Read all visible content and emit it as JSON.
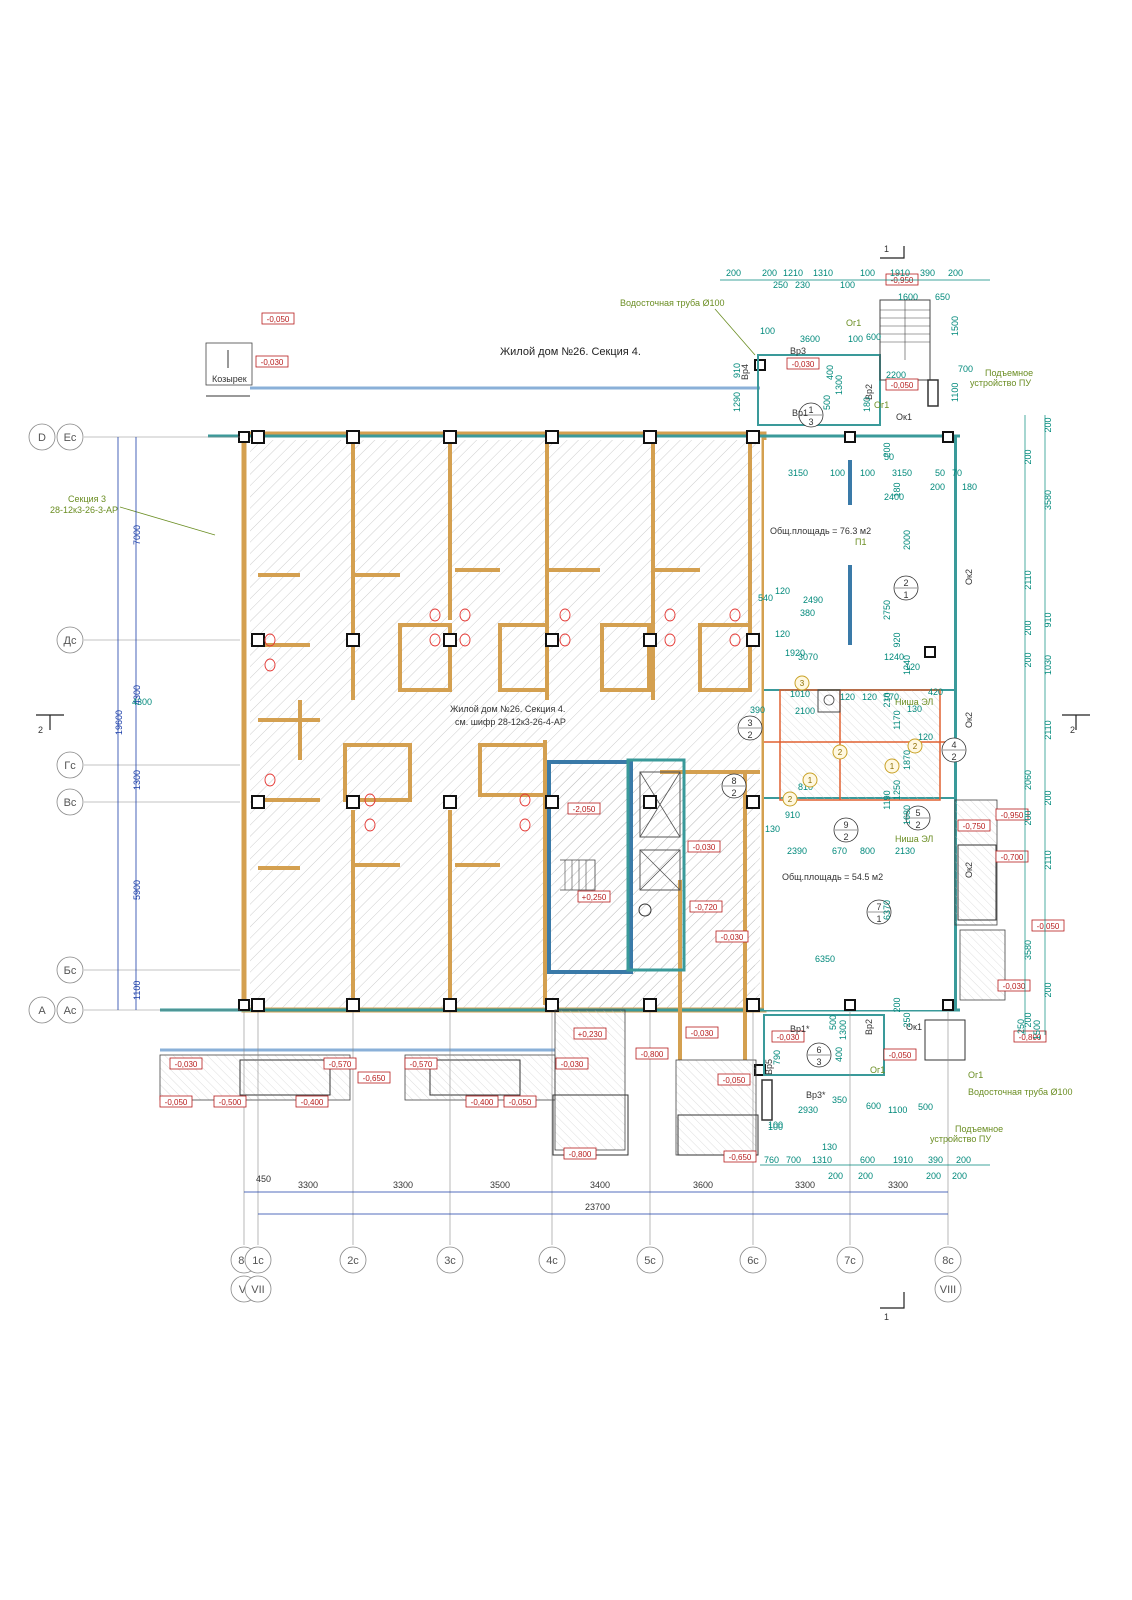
{
  "title": "Жилой дом №26. Секция 4.",
  "center_label": {
    "line1": "Жилой дом №26. Секция 4.",
    "line2": "см. шифр 28-12к3-26-4-АР"
  },
  "section3": {
    "line1": "Секция 3",
    "line2": "28-12к3-26-3-АР"
  },
  "kozyrek": "Козырек",
  "drain_top": "Водосточная труба Ø100",
  "drain_bottom": "Водосточная труба Ø100",
  "lift_top": {
    "line1": "Подъемное",
    "line2": "устройство ПУ"
  },
  "lift_bottom": {
    "line1": "Подъемное",
    "line2": "устройство ПУ"
  },
  "area_top": "Общ.площадь = 76.3 м2",
  "area_bottom": "Общ.площадь = 54.5 м2",
  "nisha_1": "Ниша ЭЛ",
  "nisha_2": "Ниша ЭЛ",
  "p1": "П1",
  "marks": {
    "vr1": "Вр1",
    "vr2": "Вр2",
    "vr3": "Вр3",
    "vr4": "Вр4",
    "vr1b": "Вр1*",
    "vr2b": "Вр2",
    "vr3b": "Вр3*",
    "vr5": "Вр5",
    "og1a": "Ог1",
    "og1b": "Ог1",
    "og1c": "Ог1",
    "og1d": "Ог1",
    "ok1a": "Ок1",
    "ok1b": "Ок1",
    "ok2a": "Ок2",
    "ok2b": "Ок2",
    "ok2c": "Ок2"
  },
  "axes_rows": [
    {
      "left": "D",
      "right": "Ес"
    },
    {
      "left": "",
      "right": "Дс"
    },
    {
      "left": "",
      "right": "Гс"
    },
    {
      "left": "",
      "right": "Вс"
    },
    {
      "left": "",
      "right": "Бс"
    },
    {
      "left": "А",
      "right": "Ас"
    }
  ],
  "axes_cols": [
    {
      "top": "8с",
      "bottom": "VI"
    },
    {
      "top": "1с",
      "bottom": "VII"
    },
    {
      "top": "2с",
      "bottom": ""
    },
    {
      "top": "3с",
      "bottom": ""
    },
    {
      "top": "4с",
      "bottom": ""
    },
    {
      "top": "5с",
      "bottom": ""
    },
    {
      "top": "6с",
      "bottom": ""
    },
    {
      "top": "7с",
      "bottom": ""
    },
    {
      "top": "8с",
      "bottom": "VIII"
    }
  ],
  "row_dims": [
    "7000",
    "4300",
    "1300",
    "5900",
    "1100"
  ],
  "row_total": "19600",
  "col_dims": [
    "450",
    "3300",
    "3300",
    "3500",
    "3400",
    "3600",
    "3300",
    "3300"
  ],
  "col_total": "23700",
  "section_marks": {
    "top": "1",
    "bottom": "1",
    "left": "2",
    "right": "2"
  },
  "rooms": [
    {
      "num": "1",
      "den": "3"
    },
    {
      "num": "2",
      "den": "1"
    },
    {
      "num": "3",
      "den": "2"
    },
    {
      "num": "4",
      "den": "2"
    },
    {
      "num": "5",
      "den": "2"
    },
    {
      "num": "6",
      "den": "3"
    },
    {
      "num": "7",
      "den": "1"
    },
    {
      "num": "8",
      "den": "2"
    },
    {
      "num": "9",
      "den": "2"
    }
  ],
  "small_marks": [
    "3",
    "1",
    "1",
    "2",
    "2",
    "2"
  ],
  "levels": [
    "-0,050",
    "-0,030",
    "-0,030",
    "-0,950",
    "-0,050",
    "-2,050",
    "-0,030",
    "+0,250",
    "-0,720",
    "-0,030",
    "-0,750",
    "-0,950",
    "-0,700",
    "-0,050",
    "-0,030",
    "-0,800",
    "+0,230",
    "-0,030",
    "-0,800",
    "-0,050",
    "-0,030",
    "-0,050",
    "-0,030",
    "-0,570",
    "-0,650",
    "-0,570",
    "-0,030",
    "-0,050",
    "-0,500",
    "-0,400",
    "-0,400",
    "-0,050",
    "-0,800",
    "-0,650"
  ],
  "dims_right_outer": [
    "200",
    "200",
    "3580",
    "2110",
    "910",
    "200",
    "1030",
    "200",
    "2110",
    "2060",
    "200",
    "200",
    "2110",
    "3580",
    "200",
    "200"
  ],
  "dims_right_inner": [
    "200",
    "180",
    "2000",
    "2750",
    "920",
    "1240",
    "210",
    "1170",
    "1870",
    "1190",
    "1250",
    "1680",
    "6370",
    "200",
    "250"
  ],
  "dims_top_row1": [
    "200",
    "200",
    "1210",
    "1310",
    "100",
    "1910",
    "390",
    "200"
  ],
  "dims_top_row2": [
    "250",
    "230",
    "100",
    "1600",
    "650"
  ],
  "dims_top_misc": [
    "100",
    "3600",
    "100",
    "600",
    "2200",
    "1500",
    "700",
    "1100",
    "910",
    "1290",
    "400",
    "1300",
    "500",
    "180"
  ],
  "dims_bottom_row1": [
    "760",
    "700",
    "1310",
    "130",
    "600",
    "1910",
    "390",
    "200"
  ],
  "dims_bottom_row2": [
    "200",
    "200",
    "200",
    "200"
  ],
  "dims_bottom_misc": [
    "2930",
    "350",
    "600",
    "1100",
    "500",
    "100",
    "790",
    "400",
    "1300",
    "500",
    "250",
    "1500"
  ],
  "dims_interior": [
    "3150",
    "100",
    "100",
    "3150",
    "50",
    "70",
    "200",
    "180",
    "540",
    "120",
    "2490",
    "380",
    "120",
    "1920",
    "3070",
    "1010",
    "390",
    "2100",
    "120",
    "120",
    "2390",
    "670",
    "800",
    "2130",
    "6350",
    "910",
    "810",
    "130",
    "100",
    "4300",
    "50",
    "2400",
    "1240",
    "120",
    "570",
    "120",
    "130",
    "420"
  ]
}
